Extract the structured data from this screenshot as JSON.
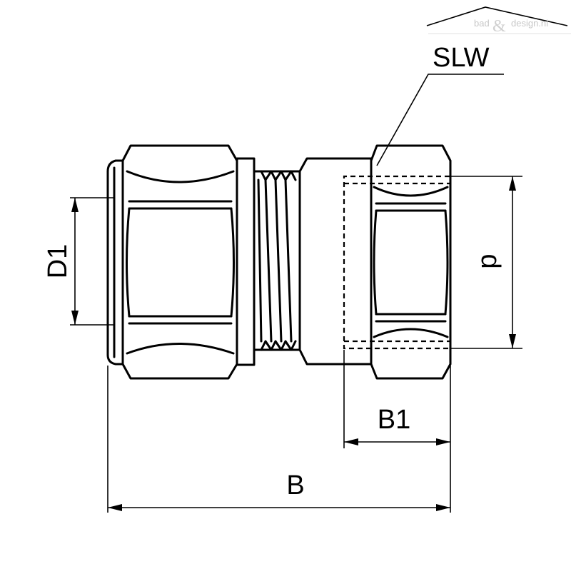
{
  "watermark": {
    "left": "bad",
    "amp": "&",
    "right": "design.nl"
  },
  "labels": {
    "slw": "SLW",
    "d1": "D1",
    "d": "d",
    "b1": "B1",
    "b": "B"
  }
}
